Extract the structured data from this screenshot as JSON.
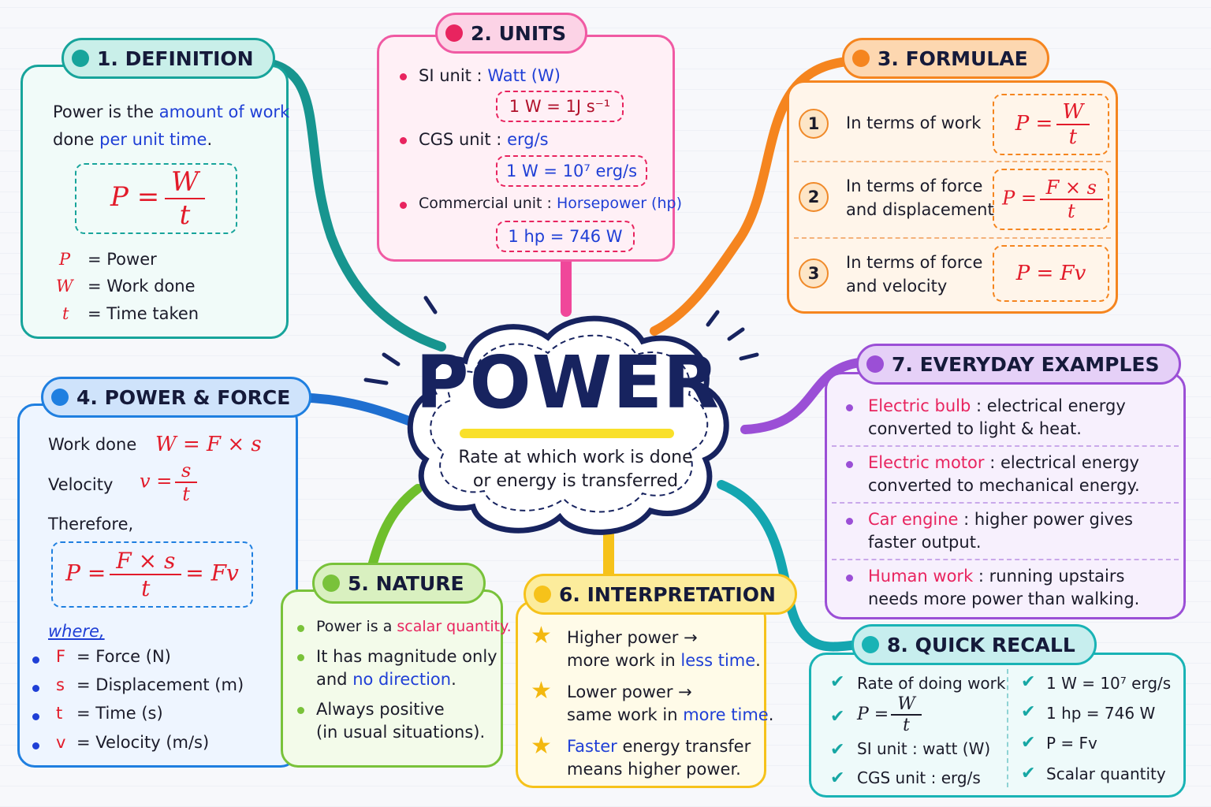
{
  "title": "POWER",
  "subtitle_line1": "Rate at which work is done",
  "subtitle_line2": "or energy is transferred",
  "definition": {
    "heading": "1. DEFINITION",
    "line1_a": "Power is the",
    "line1_b": "amount of work",
    "line2_a": "done",
    "line2_b": "per unit time",
    "line2_c": ".",
    "formula_lhs": "P =",
    "formula_num": "W",
    "formula_den": "t",
    "legend": [
      {
        "sym": "P",
        "desc": "= Power"
      },
      {
        "sym": "W",
        "desc": "= Work done"
      },
      {
        "sym": "t",
        "desc": "= Time taken"
      }
    ]
  },
  "units": {
    "heading": "2. UNITS",
    "items": [
      {
        "label": "SI unit   :",
        "value": "Watt (W)",
        "box": "1 W = 1J s⁻¹"
      },
      {
        "label": "CGS unit  :",
        "value": "erg/s",
        "box": "1 W = 10⁷ erg/s"
      },
      {
        "label": "Commercial unit :",
        "value": "Horsepower (hp)",
        "box": "1 hp = 746 W"
      }
    ]
  },
  "formulae": {
    "heading": "3. FORMULAE",
    "rows": [
      {
        "n": "1",
        "l1": "In terms of work",
        "l2": "",
        "lhs": "P =",
        "num": "W",
        "den": "t"
      },
      {
        "n": "2",
        "l1": "In terms of force",
        "l2": "and displacement",
        "lhs": "P =",
        "num": "F × s",
        "den": "t"
      },
      {
        "n": "3",
        "l1": "In terms of force",
        "l2": "and velocity",
        "expr": "P = Fv"
      }
    ]
  },
  "power_force": {
    "heading": "4. POWER & FORCE",
    "work_label": "Work done",
    "work_eq": "W = F × s",
    "vel_label": "Velocity",
    "vel_lhs": "v =",
    "vel_num": "s",
    "vel_den": "t",
    "therefore": "Therefore,",
    "final_lhs": "P =",
    "final_num": "F × s",
    "final_den": "t",
    "final_rhs": "= Fv",
    "where": "where,",
    "vars": [
      {
        "sym": "F",
        "desc": "= Force (N)"
      },
      {
        "sym": "s",
        "desc": "= Displacement (m)"
      },
      {
        "sym": "t",
        "desc": "= Time (s)"
      },
      {
        "sym": "v",
        "desc": "= Velocity (m/s)"
      }
    ]
  },
  "nature": {
    "heading": "5. NATURE",
    "b1_a": "Power is a",
    "b1_b": "scalar quantity.",
    "b2_l1": "It has magnitude only",
    "b2_a": "and",
    "b2_b": "no direction",
    "b2_c": ".",
    "b3_l1": "Always positive",
    "b3_l2": "(in usual situations)."
  },
  "interpretation": {
    "heading": "6. INTERPRETATION",
    "s1_l1": "Higher power →",
    "s1_a": "more work in",
    "s1_b": "less time",
    "s1_c": ".",
    "s2_l1": "Lower power →",
    "s2_a": "same work in",
    "s2_b": "more time",
    "s2_c": ".",
    "s3_a": "Faster",
    "s3_b": "energy transfer",
    "s3_l2": "means higher power."
  },
  "examples": {
    "heading": "7. EVERYDAY EXAMPLES",
    "items": [
      {
        "name": "Electric bulb",
        "rest": " : electrical energy",
        "l2": "converted to light & heat."
      },
      {
        "name": "Electric motor",
        "rest": " : electrical energy",
        "l2": "converted to mechanical energy."
      },
      {
        "name": "Car engine",
        "rest": " : higher power gives",
        "l2": "faster output."
      },
      {
        "name": "Human work",
        "rest": " : running upstairs",
        "l2": "needs more power than walking."
      }
    ]
  },
  "recall": {
    "heading": "8. QUICK RECALL",
    "left": [
      "Rate of doing work",
      "SI unit : watt (W)",
      "CGS unit : erg/s"
    ],
    "left_formula_lhs": "P =",
    "left_formula_num": "W",
    "left_formula_den": "t",
    "right": [
      "1 W = 10⁷ erg/s",
      "1 hp = 746 W",
      "P = Fv",
      "Scalar quantity"
    ]
  },
  "colors": {
    "definition": "#17a49b",
    "units": "#f05aa3",
    "formulae": "#f5851f",
    "power_force": "#1f7fe0",
    "nature": "#79c23a",
    "interpretation": "#f6c21a",
    "examples": "#9b4fd6",
    "recall": "#19b3b5",
    "center": "#17235f"
  }
}
